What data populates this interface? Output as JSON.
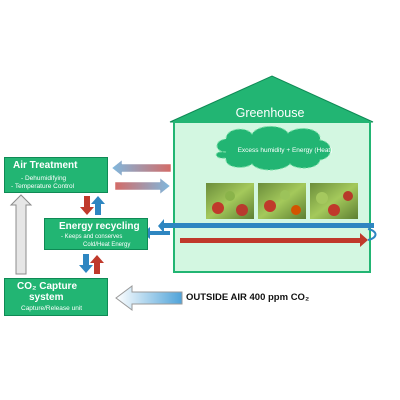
{
  "greenhouse": {
    "title": "Greenhouse",
    "cloud_text": "Excess humidity + Energy (Heat)"
  },
  "air_treatment": {
    "title": "Air Treatment",
    "items": [
      "Dehumidifying",
      "Temperature Control"
    ]
  },
  "energy_recycling": {
    "title": "Energy recycling",
    "items": [
      "Keeps and conserves",
      "Cold/Heat Energy"
    ]
  },
  "co2_capture": {
    "title_line1": "CO₂ Capture",
    "title_line2": "system",
    "subtitle": "Capture/Release unit"
  },
  "outside_air": {
    "label": "OUTSIDE AIR 400 ppm CO₂"
  },
  "colors": {
    "box_green": "#22b573",
    "greenhouse_wall": "#d3f7e1",
    "arrow_red": "#c0392b",
    "arrow_blue": "#2e86c1",
    "arrow_gray": "#cfcfcf"
  }
}
